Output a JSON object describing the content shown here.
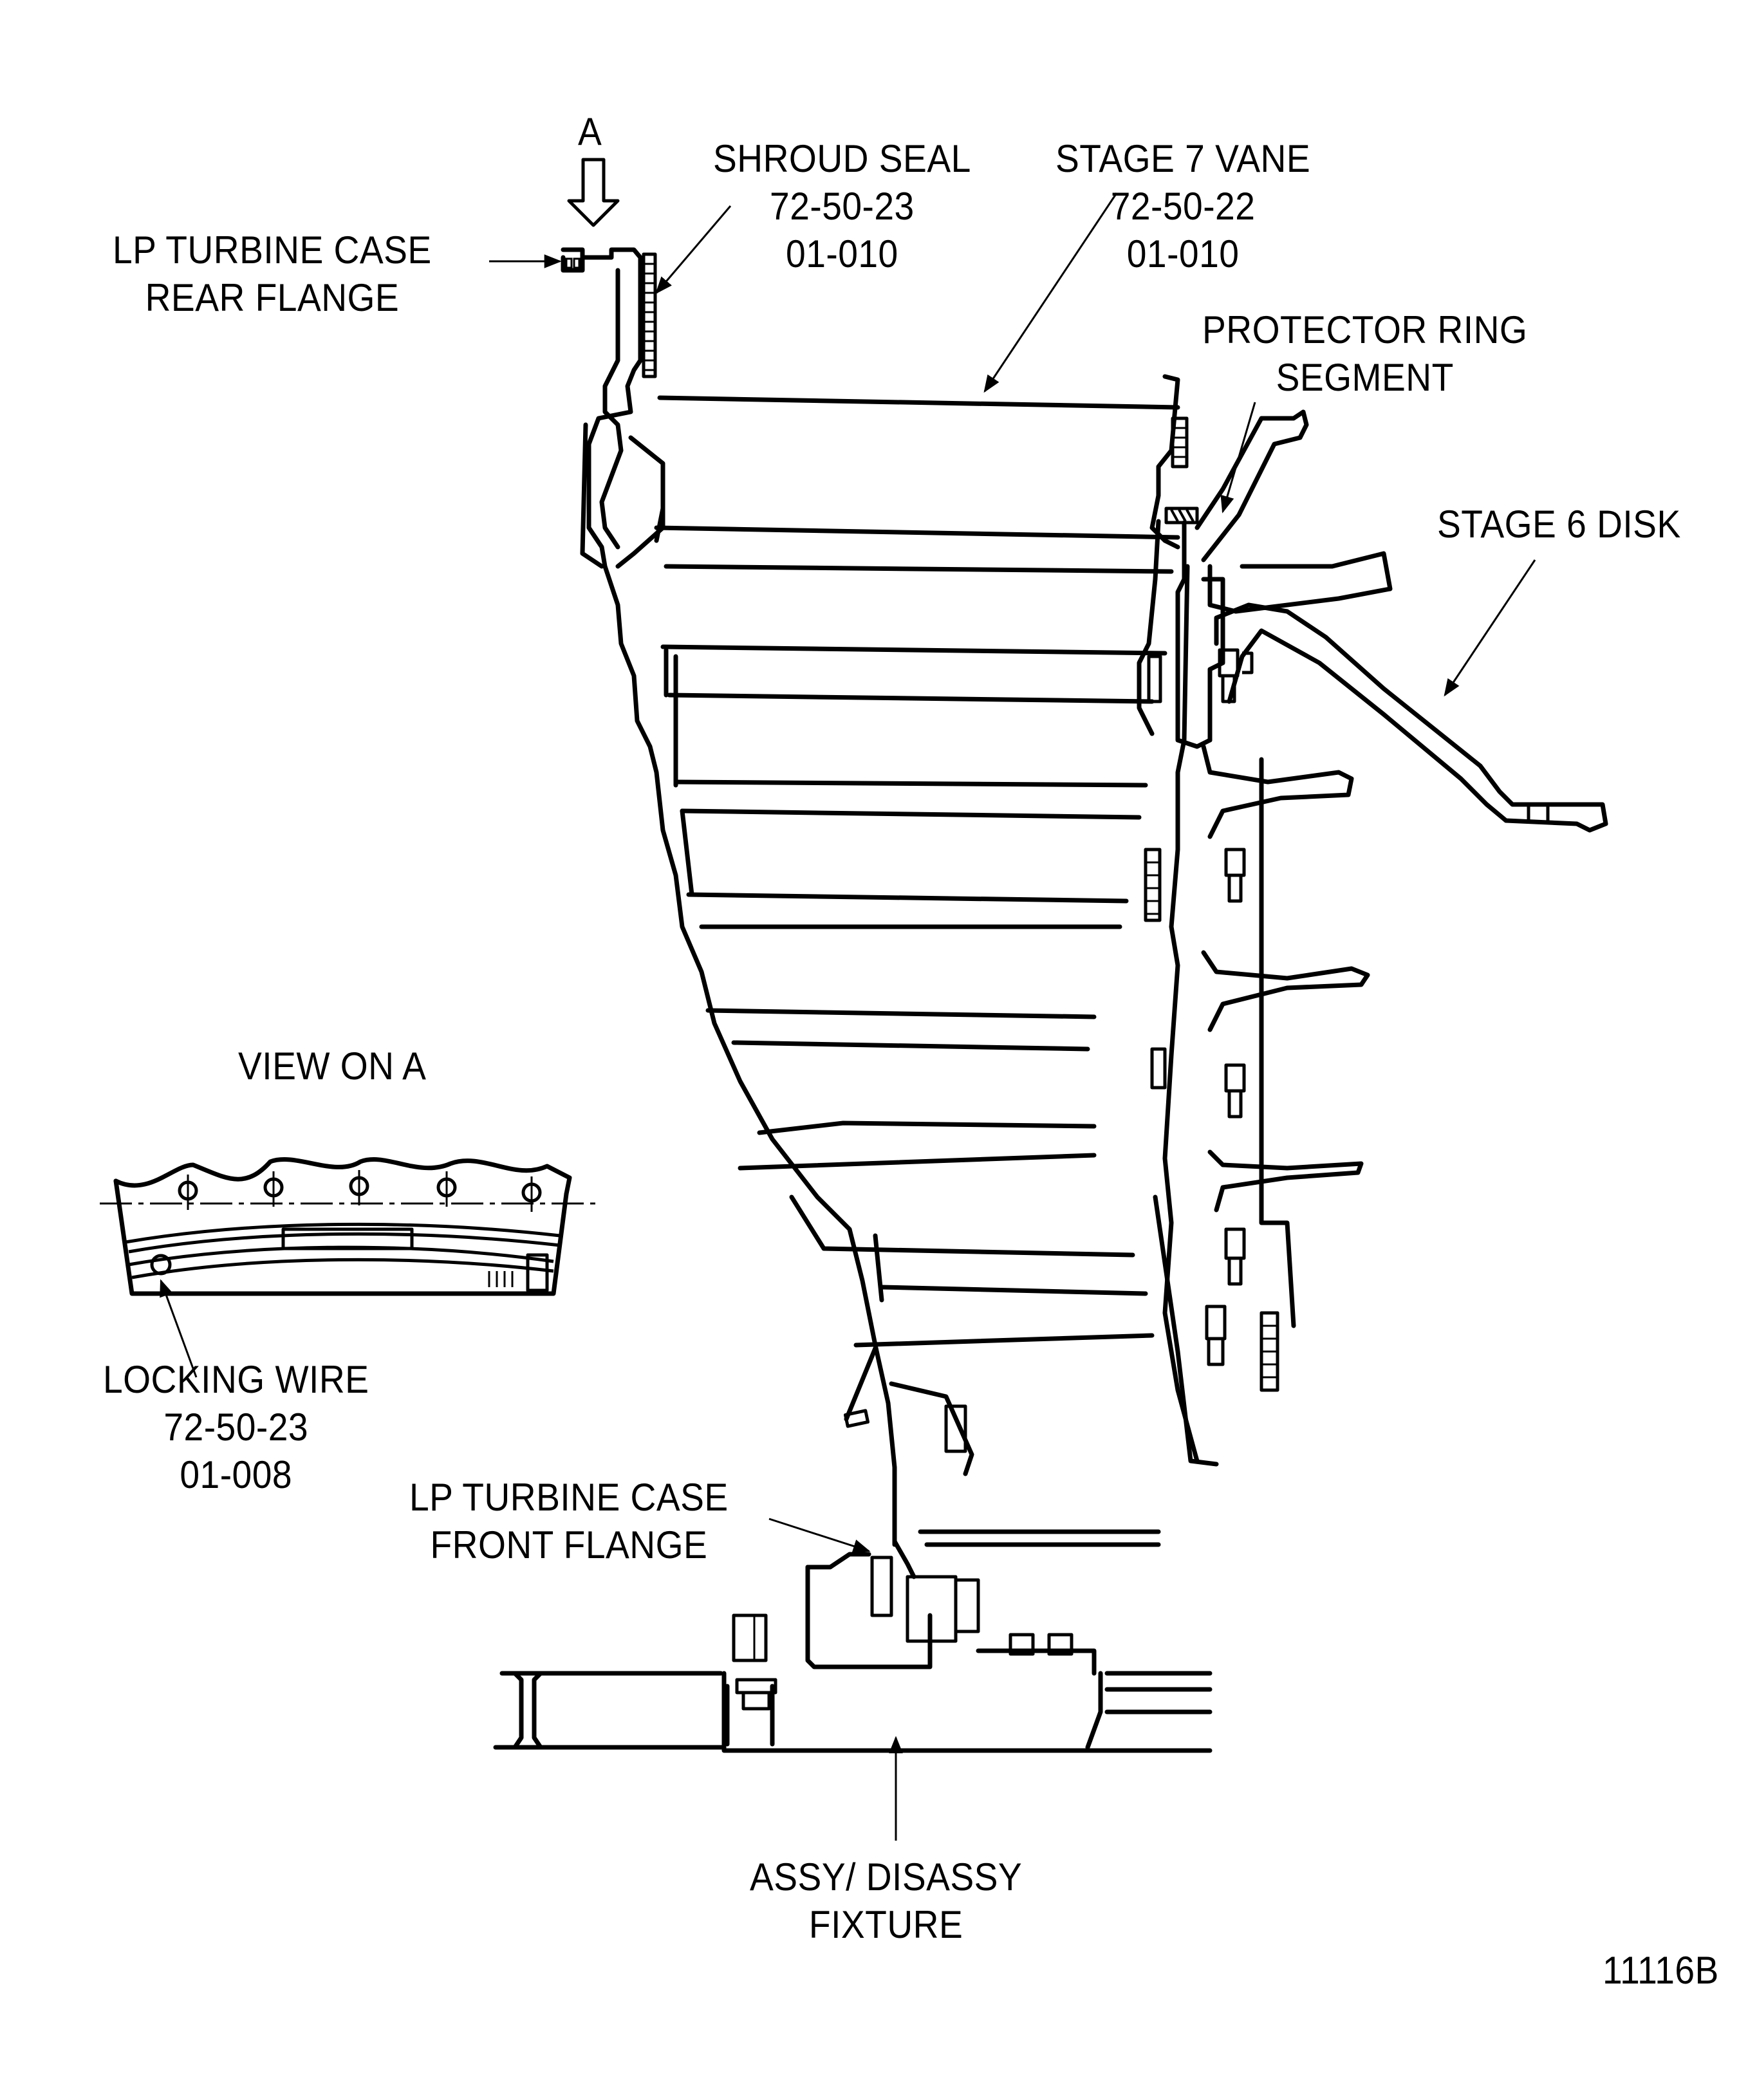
{
  "figure": {
    "id": "11116B",
    "view_marker": "A"
  },
  "labels": {
    "rear_flange": {
      "line1": "LP TURBINE CASE",
      "line2": "REAR FLANGE"
    },
    "shroud_seal": {
      "name": "SHROUD SEAL",
      "ref1": "72-50-23",
      "ref2": "01-010"
    },
    "stage7_vane": {
      "name": "STAGE 7 VANE",
      "ref1": "72-50-22",
      "ref2": "01-010"
    },
    "protector_ring": {
      "line1": "PROTECTOR RING",
      "line2": "SEGMENT"
    },
    "stage6_disk": {
      "name": "STAGE 6 DISK"
    },
    "view_on_a": {
      "title": "VIEW ON A"
    },
    "locking_wire": {
      "name": "LOCKING WIRE",
      "ref1": "72-50-23",
      "ref2": "01-008"
    },
    "front_flange": {
      "line1": "LP TURBINE CASE",
      "line2": "FRONT FLANGE"
    },
    "fixture": {
      "line1": "ASSY/ DISASSY",
      "line2": "FIXTURE"
    }
  },
  "icons": {
    "view_arrow": "hollow-down-arrow"
  }
}
